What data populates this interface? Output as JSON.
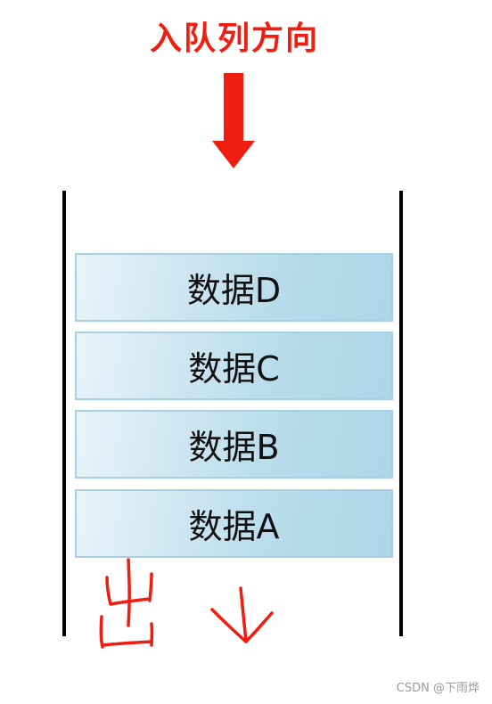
{
  "diagram": {
    "title": "入队列方向",
    "accent_color": "#f01e10",
    "arrow_icon": "arrow-down-icon",
    "queue_items": [
      {
        "label": "数据D"
      },
      {
        "label": "数据C"
      },
      {
        "label": "数据B"
      },
      {
        "label": "数据A"
      }
    ],
    "handwritten_note": "出↓"
  },
  "watermark": "CSDN @下雨烨"
}
